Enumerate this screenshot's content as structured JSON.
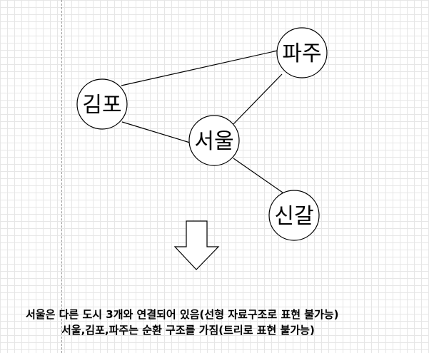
{
  "diagram": {
    "nodes": [
      {
        "id": "paju",
        "label": "파주"
      },
      {
        "id": "gimpo",
        "label": "김포"
      },
      {
        "id": "seoul",
        "label": "서울"
      },
      {
        "id": "singal",
        "label": "신갈"
      }
    ],
    "edges": [
      {
        "from": "gimpo",
        "to": "paju"
      },
      {
        "from": "gimpo",
        "to": "seoul"
      },
      {
        "from": "seoul",
        "to": "paju"
      },
      {
        "from": "seoul",
        "to": "singal"
      }
    ]
  },
  "captions": {
    "line1": "서울은 다른 도시 3개와 연결되어 있음(선형 자료구조로 표현 불가능)",
    "line2": "서울,김포,파주는 순환 구조를 가짐(트리로 표현 불가능)"
  }
}
